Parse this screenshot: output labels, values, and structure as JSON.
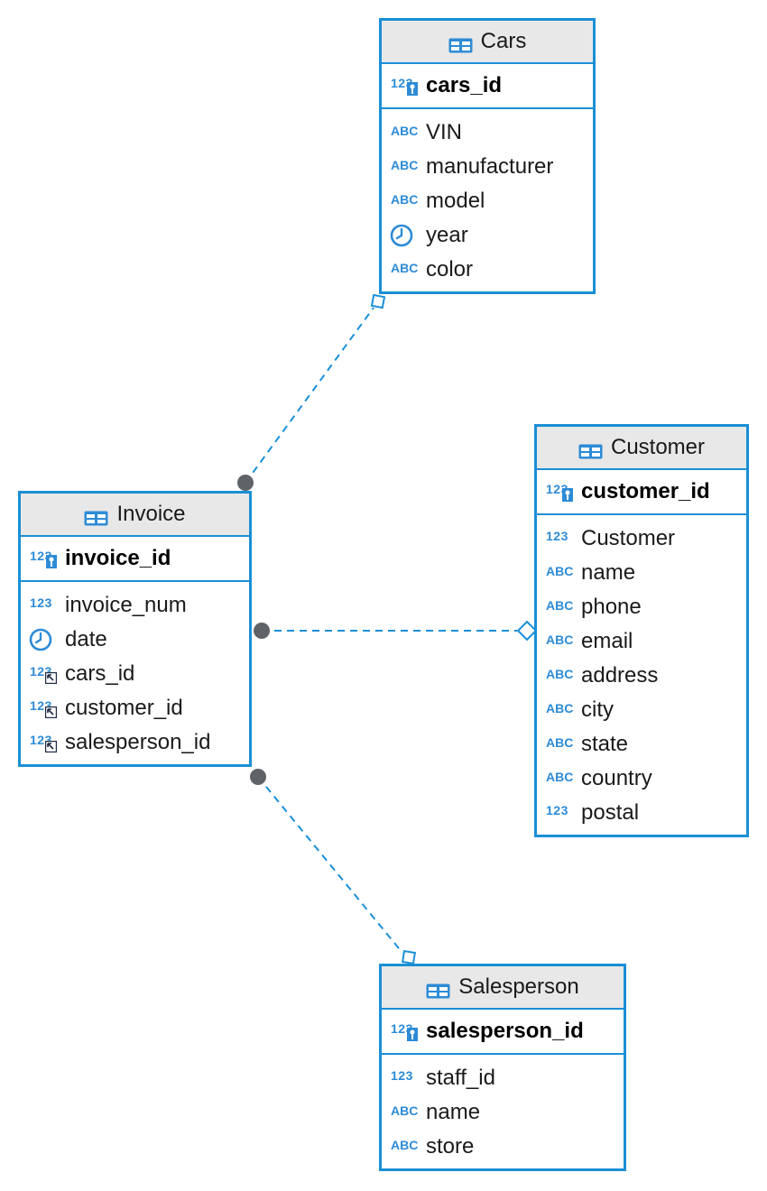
{
  "colors": {
    "accent": "#1a8fd6",
    "header_bg": "#e8e8e8",
    "type_icon": "#2d8bd6",
    "connector": "#1a8fd6",
    "connector_end": "#5f6368"
  },
  "tables": {
    "cars": {
      "title": "Cars",
      "pk": {
        "name": "cars_id",
        "type": "123-key-icon"
      },
      "columns": [
        {
          "name": "VIN",
          "type": "abc-icon"
        },
        {
          "name": "manufacturer",
          "type": "abc-icon"
        },
        {
          "name": "model",
          "type": "abc-icon"
        },
        {
          "name": "year",
          "type": "clock-icon"
        },
        {
          "name": "color",
          "type": "abc-icon"
        }
      ]
    },
    "invoice": {
      "title": "Invoice",
      "pk": {
        "name": "invoice_id",
        "type": "123-key-icon"
      },
      "columns": [
        {
          "name": "invoice_num",
          "type": "123-icon"
        },
        {
          "name": "date",
          "type": "clock-icon"
        },
        {
          "name": "cars_id",
          "type": "123-fk-icon"
        },
        {
          "name": "customer_id",
          "type": "123-fk-icon"
        },
        {
          "name": "salesperson_id",
          "type": "123-fk-icon"
        }
      ]
    },
    "customer": {
      "title": "Customer",
      "pk": {
        "name": "customer_id",
        "type": "123-key-icon"
      },
      "columns": [
        {
          "name": "Customer",
          "type": "123-icon"
        },
        {
          "name": "name",
          "type": "abc-icon"
        },
        {
          "name": "phone",
          "type": "abc-icon"
        },
        {
          "name": "email",
          "type": "abc-icon"
        },
        {
          "name": "address",
          "type": "abc-icon"
        },
        {
          "name": "city",
          "type": "abc-icon"
        },
        {
          "name": "state",
          "type": "abc-icon"
        },
        {
          "name": "country",
          "type": "abc-icon"
        },
        {
          "name": "postal",
          "type": "123-icon"
        }
      ]
    },
    "salesperson": {
      "title": "Salesperson",
      "pk": {
        "name": "salesperson_id",
        "type": "123-key-icon"
      },
      "columns": [
        {
          "name": "staff_id",
          "type": "123-icon"
        },
        {
          "name": "name",
          "type": "abc-icon"
        },
        {
          "name": "store",
          "type": "abc-icon"
        }
      ]
    }
  },
  "relationships": [
    {
      "from": "Invoice",
      "to": "Cars"
    },
    {
      "from": "Invoice",
      "to": "Customer"
    },
    {
      "from": "Invoice",
      "to": "Salesperson"
    }
  ]
}
